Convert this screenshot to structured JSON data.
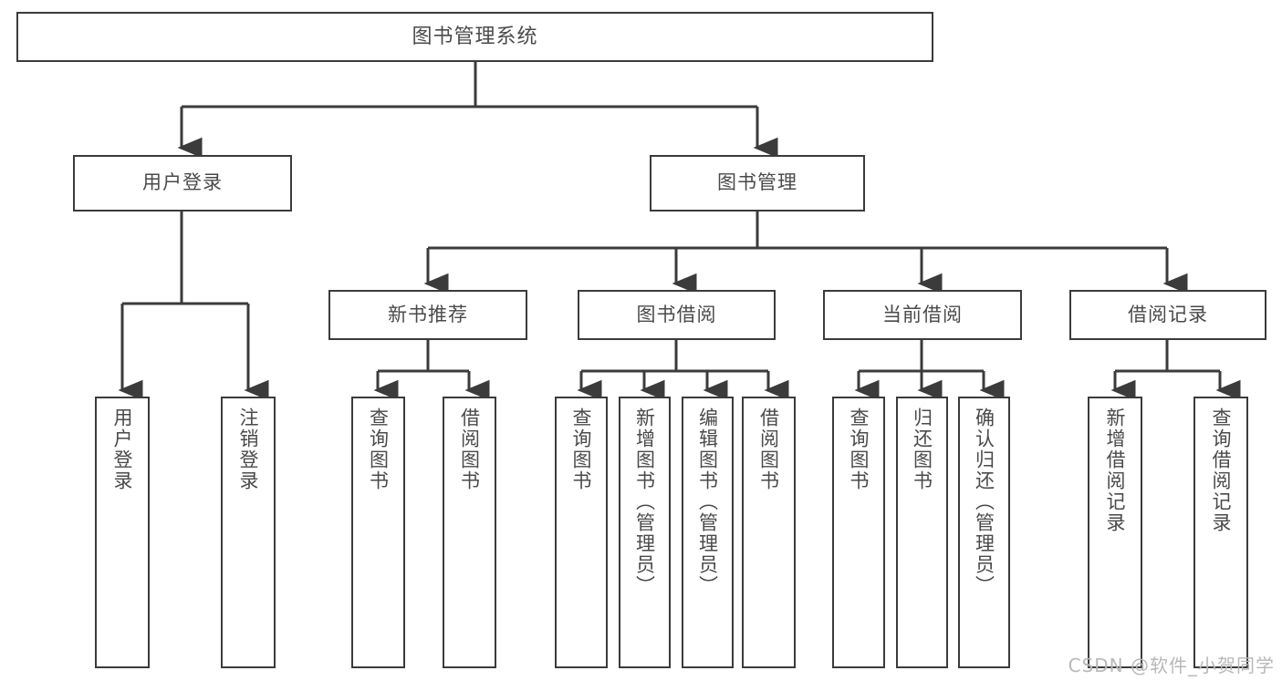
{
  "diagram": {
    "title": "图书管理系统",
    "type": "tree",
    "watermark": "CSDN @软件_小贺同学",
    "colors": {
      "stroke": "#3b3b3b",
      "text": "#4a4a4a",
      "background": "#ffffff",
      "watermark": "#b8b8b8"
    },
    "levels": {
      "root": {
        "label": "图书管理系统"
      },
      "level2": [
        {
          "label": "用户登录"
        },
        {
          "label": "图书管理"
        }
      ],
      "level3": [
        {
          "label": "新书推荐"
        },
        {
          "label": "图书借阅"
        },
        {
          "label": "当前借阅"
        },
        {
          "label": "借阅记录"
        }
      ],
      "leaves": {
        "user_login": [
          {
            "label": "用户登录"
          },
          {
            "label": "注销登录"
          }
        ],
        "new_book": [
          {
            "label": "查询图书"
          },
          {
            "label": "借阅图书"
          }
        ],
        "book_borrow": [
          {
            "label": "查询图书"
          },
          {
            "label": "新增图书（管理员）"
          },
          {
            "label": "编辑图书（管理员）"
          },
          {
            "label": "借阅图书"
          }
        ],
        "current_borrow": [
          {
            "label": "查询图书"
          },
          {
            "label": "归还图书"
          },
          {
            "label": "确认归还（管理员）"
          }
        ],
        "borrow_record": [
          {
            "label": "新增借阅记录"
          },
          {
            "label": "查询借阅记录"
          }
        ]
      }
    }
  }
}
